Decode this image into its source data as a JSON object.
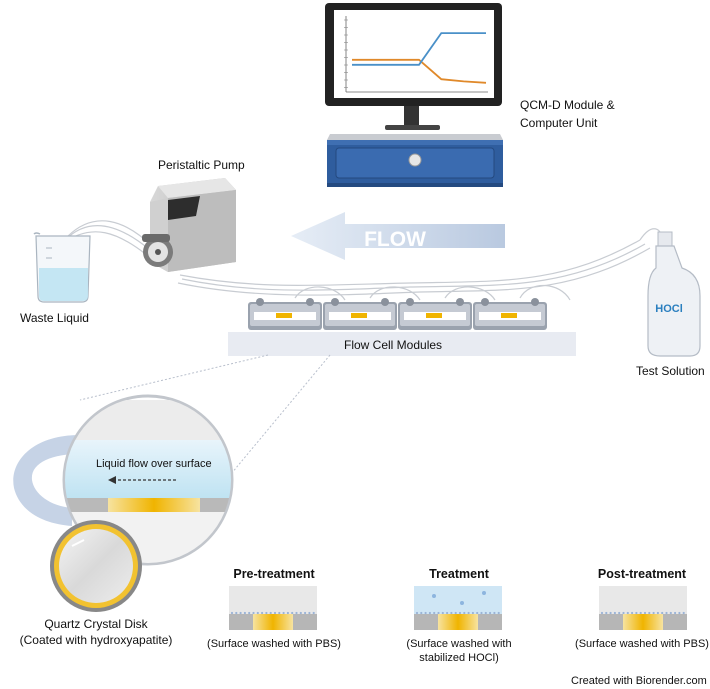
{
  "labels": {
    "qcmd": [
      "QCM-D Module &",
      "Computer Unit"
    ],
    "pump": "Peristaltic Pump",
    "waste": "Waste Liquid",
    "flow": "FLOW",
    "flow_cells": "Flow Cell Modules",
    "test_solution": "Test Solution",
    "bottle": "HOCl",
    "liquid_flow": "Liquid flow over surface",
    "crystal": [
      "Quartz Crystal Disk",
      "(Coated with hydroxyapatite)"
    ],
    "credit": "Created with Biorender.com"
  },
  "stages": [
    {
      "title": "Pre-treatment",
      "caption": [
        "(Surface washed with PBS)"
      ]
    },
    {
      "title": "Treatment",
      "caption": [
        "(Surface washed with",
        "stabilized HOCl)"
      ]
    },
    {
      "title": "Post-treatment",
      "caption": [
        "(Surface washed with PBS)"
      ]
    }
  ],
  "colors": {
    "monitor_frame": "#222222",
    "qcm_blue": "#2f5d9e",
    "flow_arrow": "#c9d6e8",
    "gold": "#f0b400",
    "liquid": "#bfe3f2",
    "series_blue": "#4a90c8",
    "series_orange": "#e0892a"
  },
  "monitor_chart": {
    "type": "line",
    "series": [
      {
        "values": [
          0.42,
          0.42,
          0.42,
          0.42,
          0.15,
          0.12,
          0.1
        ]
      },
      {
        "values": [
          0.35,
          0.35,
          0.35,
          0.35,
          0.79,
          0.79,
          0.79
        ]
      }
    ]
  }
}
